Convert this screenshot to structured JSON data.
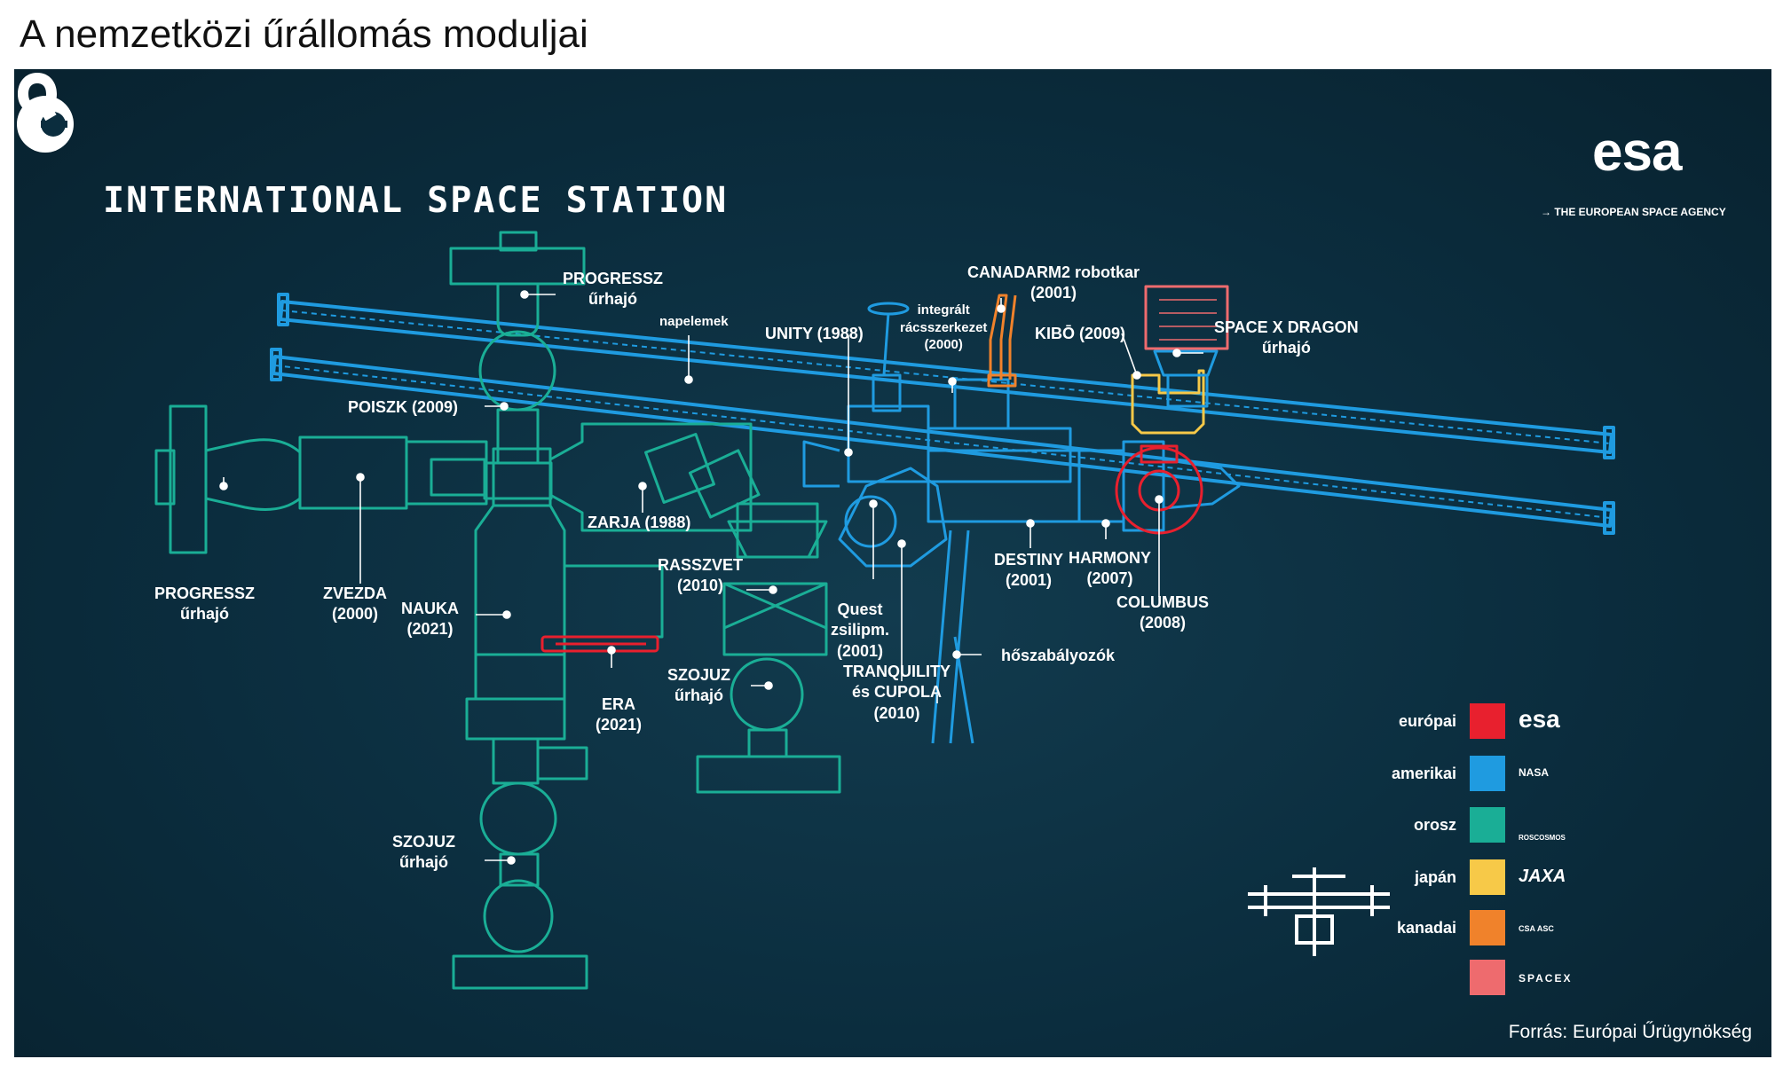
{
  "headline": "A nemzetközi űrállomás moduljai",
  "station_title": "INTERNATIONAL SPACE STATION",
  "esa": {
    "word": "esa",
    "tagline": "→ THE EUROPEAN SPACE AGENCY"
  },
  "labels": {
    "progressz_top": [
      "PROGRESSZ",
      "űrhajó"
    ],
    "napelemek": "napelemek",
    "poiszk": "POISZK (2009)",
    "unity": "UNITY (1988)",
    "integralt": [
      "integrált",
      "rácsszerkezet",
      "(2000)"
    ],
    "canadarm": [
      "CANADARM2 robotkar",
      "(2001)"
    ],
    "kibo": "KIBŌ (2009)",
    "dragon": [
      "SPACE X DRAGON",
      "űrhajó"
    ],
    "progressz_left": [
      "PROGRESSZ",
      "űrhajó"
    ],
    "zvezda": [
      "ZVEZDA",
      "(2000)"
    ],
    "nauka": [
      "NAUKA",
      "(2021)"
    ],
    "zarja": "ZARJA (1988)",
    "rasszvet": [
      "RASSZVET",
      "(2010)"
    ],
    "quest": [
      "Quest",
      "zsilipm.",
      "(2001)"
    ],
    "destiny": [
      "DESTINY",
      "(2001)"
    ],
    "harmony": [
      "HARMONY",
      "(2007)"
    ],
    "columbus": [
      "COLUMBUS",
      "(2008)"
    ],
    "hoszabalyozok": "hőszabályozók",
    "tranquility": [
      "TRANQUILITY",
      "és CUPOLA",
      "(2010)"
    ],
    "szojuz_mid": [
      "SZOJUZ",
      "űrhajó"
    ],
    "era": [
      "ERA",
      "(2021)"
    ],
    "szojuz_bottom": [
      "SZOJUZ",
      "űrhajó"
    ]
  },
  "legend": [
    {
      "label": "európai",
      "color": "#e8202e",
      "agency": "esa"
    },
    {
      "label": "amerikai",
      "color": "#1f9be0",
      "agency": "NASA"
    },
    {
      "label": "orosz",
      "color": "#1aae96",
      "agency": "ROSCOSMOS"
    },
    {
      "label": "japán",
      "color": "#f7c948",
      "agency": "JAXA"
    },
    {
      "label": "kanadai",
      "color": "#f0822b",
      "agency": "CSA ASC"
    },
    {
      "label": "",
      "color": "#ee6b6e",
      "agency": "SPACEX"
    }
  ],
  "colors": {
    "european": "#e8202e",
    "american": "#1f9be0",
    "russian": "#1aae96",
    "japanese": "#f7c948",
    "canadian": "#f0822b",
    "spacex": "#ee6b6e"
  },
  "source": "Forrás: Európai Űrügynökség"
}
